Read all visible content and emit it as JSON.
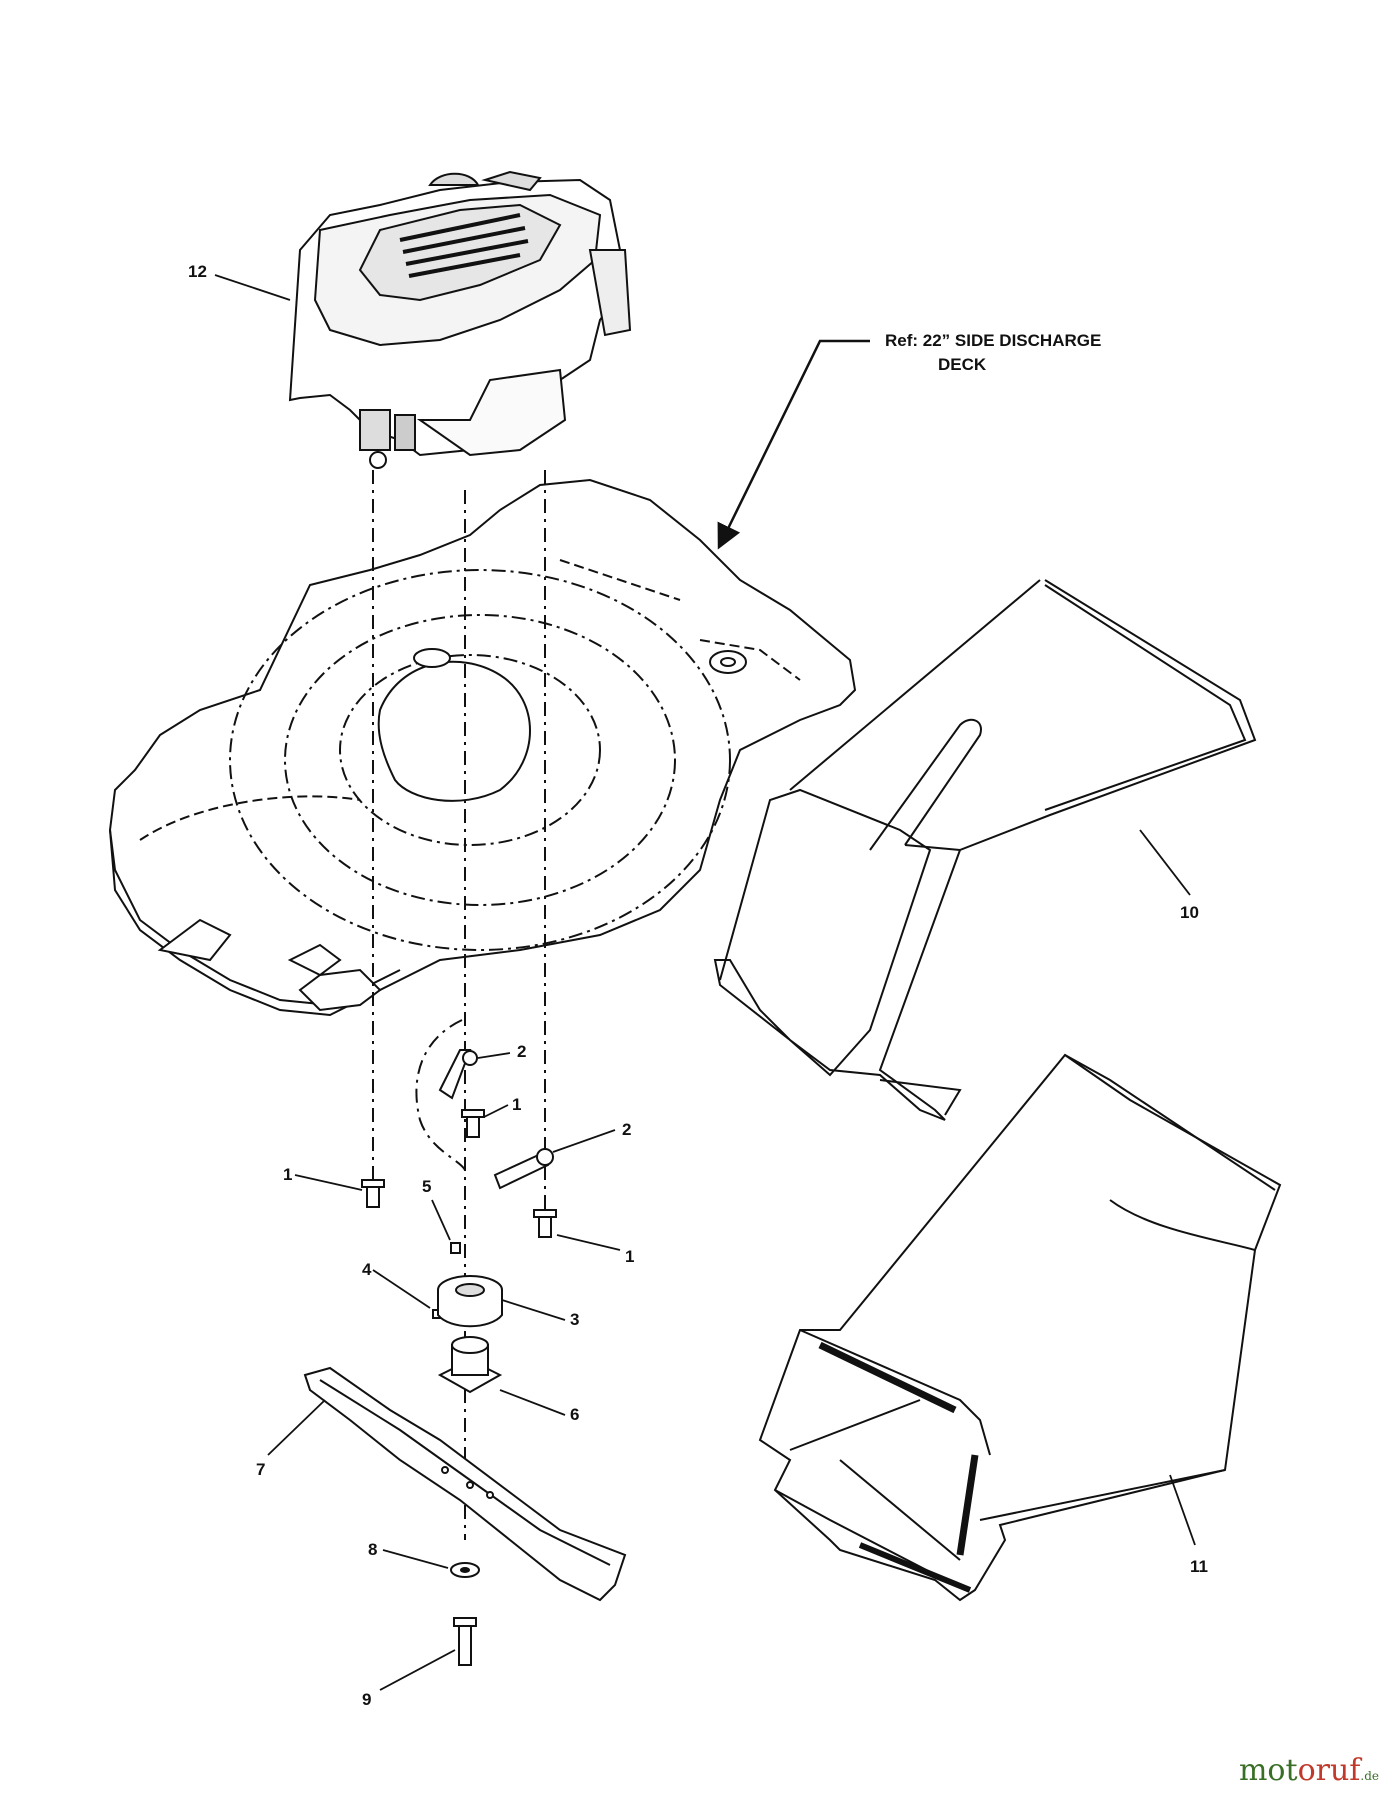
{
  "reference": {
    "line1": "Ref: 22” SIDE DISCHARGE",
    "line2": "DECK"
  },
  "callouts": {
    "c12": "12",
    "c10": "10",
    "c11": "11",
    "c2a": "2",
    "c1a": "1",
    "c2b": "2",
    "c1b": "1",
    "c5": "5",
    "c1c": "1",
    "c4": "4",
    "c3": "3",
    "c6": "6",
    "c7": "7",
    "c8": "8",
    "c9": "9"
  },
  "watermark": {
    "brand_a": "mot",
    "brand_b": "oruf",
    "tld": ".de"
  }
}
